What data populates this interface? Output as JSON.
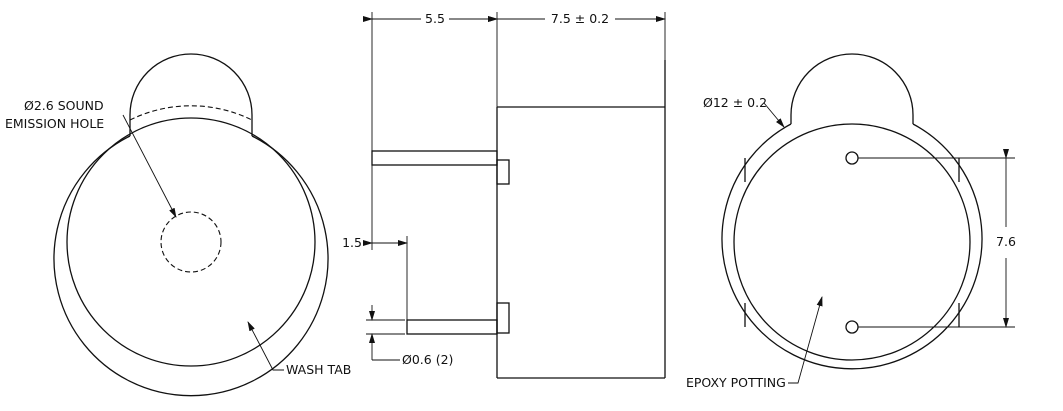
{
  "colors": {
    "line": "#111111",
    "background": "#ffffff"
  },
  "labels": {
    "sound_hole_line1": "Ø2.6 SOUND",
    "sound_hole_line2": "EMISSION HOLE",
    "wash_tab": "WASH TAB",
    "diameter": "Ø12 ± 0.2",
    "epoxy_potting": "EPOXY POTTING"
  },
  "dimensions": {
    "pin_length": "5.5",
    "body_height": "7.5 ± 0.2",
    "offset": "1.5",
    "pin_diameter": "Ø0.6 (2)",
    "pin_spacing": "7.6"
  }
}
